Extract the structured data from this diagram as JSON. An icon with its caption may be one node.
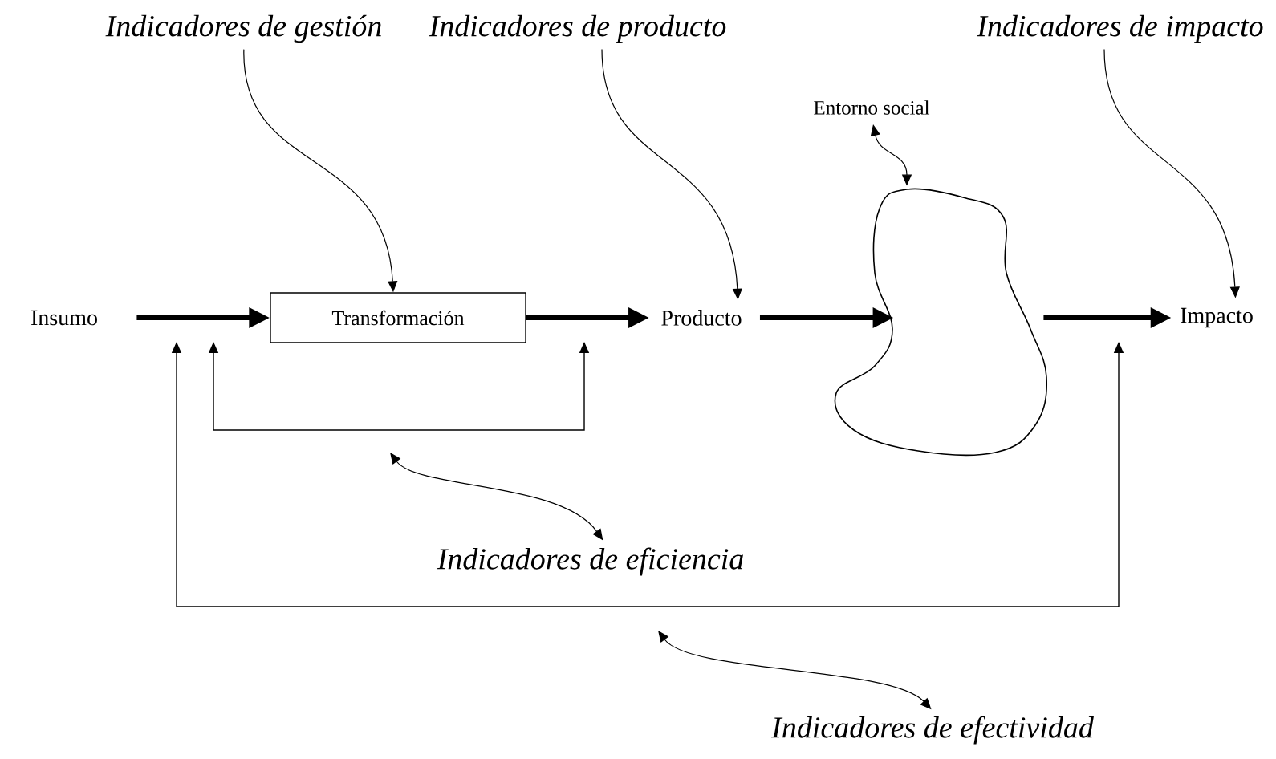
{
  "diagram": {
    "nodes": [
      {
        "text": [
          "Indicadores de gestión"
        ]
      },
      {
        "text": [
          "Indicadores de producto"
        ]
      },
      {
        "text": [
          "Indicadores de impacto"
        ]
      },
      {
        "text": [
          "Entorno social"
        ]
      },
      {
        "text": [
          "Insumo"
        ]
      },
      {
        "text": [
          "Transformación"
        ]
      },
      {
        "text": [
          "Producto"
        ]
      },
      {
        "text": [],
        "shape": "cloud"
      },
      {
        "text": [
          "Impacto"
        ]
      },
      {
        "text": [
          "Indicadores de eficiencia"
        ]
      },
      {
        "text": [
          "Indicadores de efectividad"
        ]
      }
    ],
    "edges": [
      {
        "from": 4,
        "to": 5,
        "arrow": "to",
        "style": "thick"
      },
      {
        "from": 5,
        "to": 6,
        "arrow": "to",
        "style": "thick"
      },
      {
        "from": 6,
        "to": 7,
        "arrow": "to",
        "style": "thick"
      },
      {
        "from": 7,
        "to": 8,
        "arrow": "to",
        "style": "thick"
      },
      {
        "from": 0,
        "to": 5,
        "arrow": "to"
      },
      {
        "from": 1,
        "to": 6,
        "arrow": "to"
      },
      {
        "from": 2,
        "to": 8,
        "arrow": "to"
      },
      {
        "from": 3,
        "to": 7,
        "arrow": "both"
      },
      {
        "from": 9,
        "to": null,
        "arrow": "both"
      },
      {
        "from": 10,
        "to": null,
        "arrow": "both"
      }
    ]
  }
}
